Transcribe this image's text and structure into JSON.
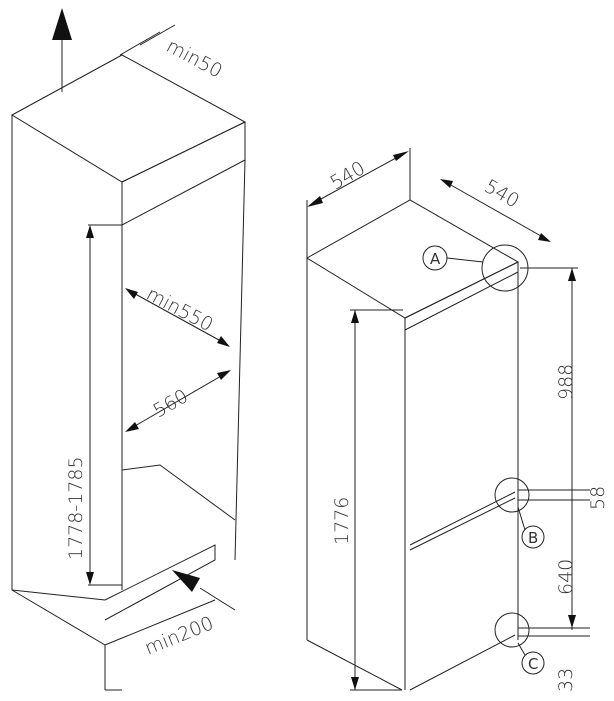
{
  "niche": {
    "top_clearance": "min50",
    "inner_depth": "min550",
    "inner_width": "560",
    "height_range": "1778-1785",
    "bottom_vent": "min200"
  },
  "appliance": {
    "width": "540",
    "depth": "540",
    "height": "1776",
    "upper_door": "988",
    "gap": "58",
    "lower_door": "640",
    "bottom": "33",
    "detail_a": "A",
    "detail_b": "B",
    "detail_c": "C"
  }
}
